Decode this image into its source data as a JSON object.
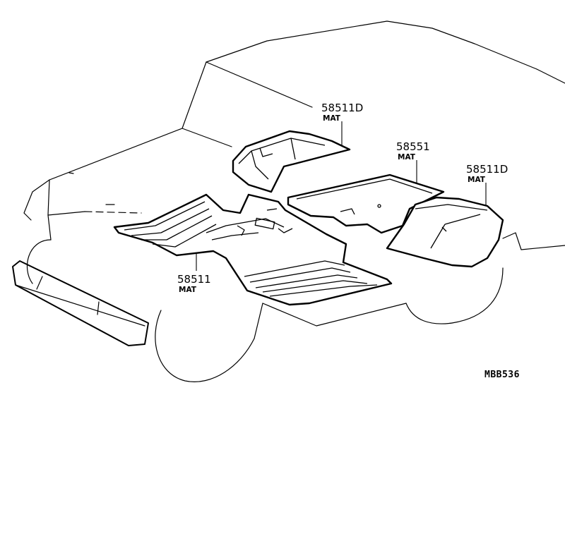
{
  "callouts": [
    {
      "id": "mat-front-hump",
      "part_number": "58511D",
      "name": "MAT"
    },
    {
      "id": "mat-rear-floor",
      "part_number": "58551",
      "name": "MAT"
    },
    {
      "id": "mat-rear-wheelhouse",
      "part_number": "58511D",
      "name": "MAT"
    },
    {
      "id": "mat-front-floor",
      "part_number": "58511",
      "name": "MAT"
    }
  ],
  "illustration_code": "MBB536"
}
